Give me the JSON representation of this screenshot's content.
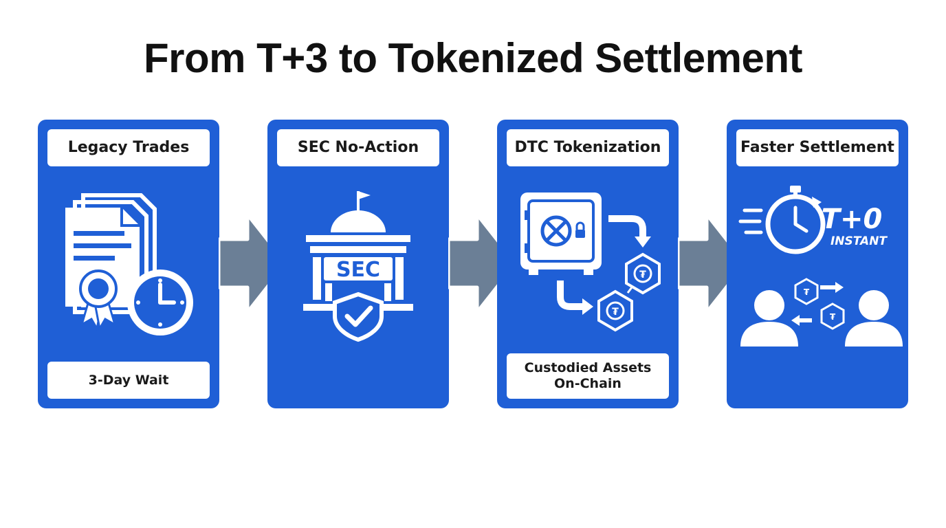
{
  "title": "From T+3 to Tokenized Settlement",
  "steps": [
    {
      "label": "Legacy Trades",
      "caption": "3-Day Wait"
    },
    {
      "label": "SEC No-Action",
      "icon_text": "SEC"
    },
    {
      "label": "DTC Tokenization",
      "caption_line1": "Custodied Assets",
      "caption_line2": "On-Chain"
    },
    {
      "label": "Faster Settlement",
      "badge_primary": "T+0",
      "badge_secondary": "INSTANT"
    }
  ],
  "icons": {
    "step1": [
      "documents-stack-icon",
      "award-ribbon-icon",
      "clock-icon"
    ],
    "step2": [
      "government-building-icon",
      "shield-check-icon"
    ],
    "step3": [
      "vault-safe-icon",
      "token-network-icon",
      "flow-arrow-icon"
    ],
    "step4": [
      "stopwatch-icon",
      "people-exchange-icon",
      "token-network-icon"
    ]
  },
  "colors": {
    "card": "#1f5fd6",
    "arrow": "#6b7f96",
    "arrow_outline": "#ffffff",
    "title": "#111111"
  }
}
